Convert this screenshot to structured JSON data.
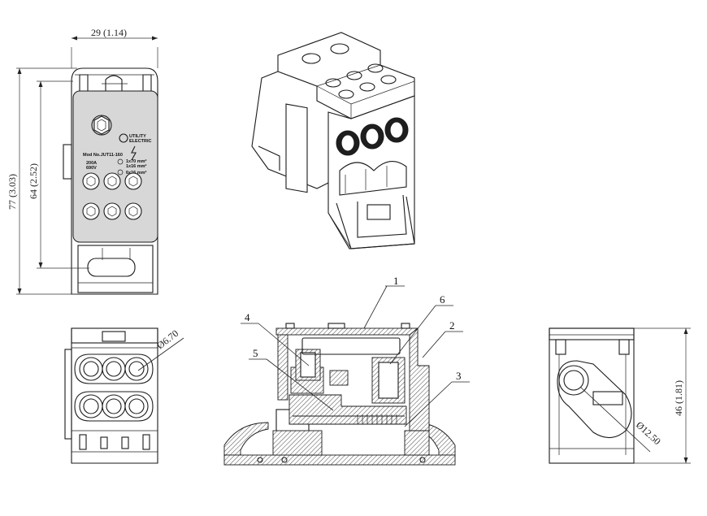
{
  "dimensions": {
    "width_top": "29 (1.14)",
    "height_overall": "77 (3.03)",
    "height_inner": "64 (2.52)",
    "height_side": "46 (1.81)",
    "dia_small": "Ø6.70",
    "dia_large": "Ø12.50"
  },
  "product_label": {
    "brand_line1": "UTILITY",
    "brand_line2": "ELECTRIC",
    "model": "Mod No.JUT11-160",
    "current": "200A",
    "voltage": "690V",
    "spec1": "1x70 mm²",
    "spec2": "1x16 mm²",
    "spec3": "6x16 mm²"
  },
  "callouts": [
    "1",
    "2",
    "3",
    "4",
    "5",
    "6"
  ],
  "colors": {
    "line": "#1a1a1a",
    "background": "#ffffff",
    "fill_dark": "#1e1e1e",
    "fill_grey": "#d7d7d7"
  }
}
